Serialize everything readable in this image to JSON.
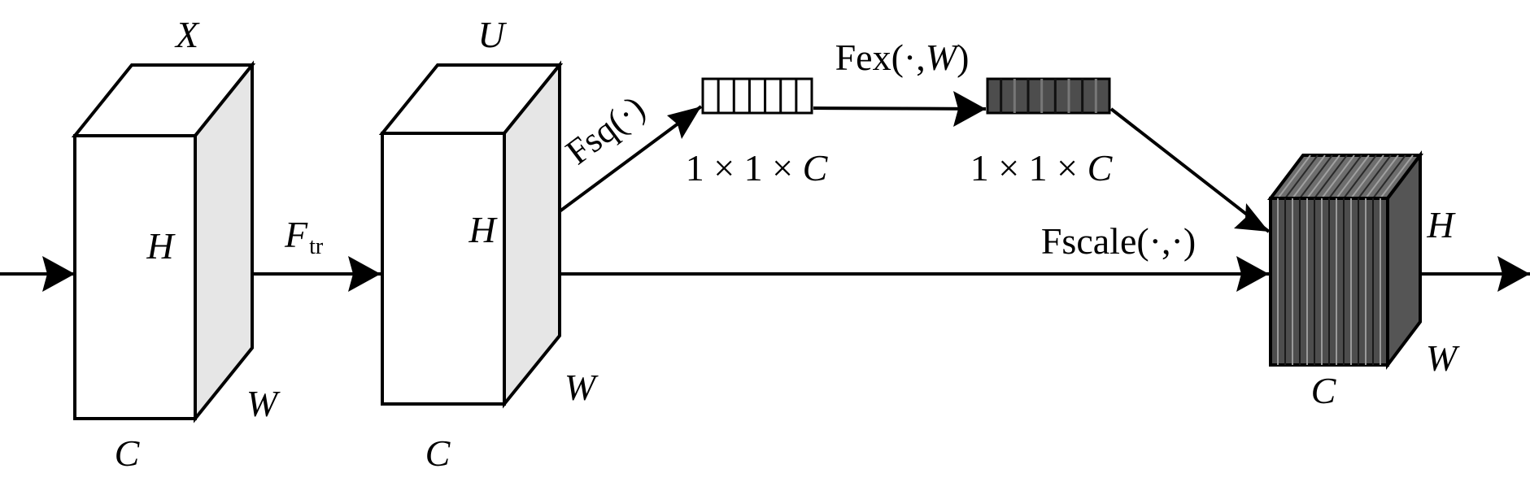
{
  "blocks": {
    "x": {
      "title": "X",
      "h": "H",
      "w": "W",
      "c": "C"
    },
    "u": {
      "title": "U",
      "h": "H",
      "w": "W",
      "c": "C"
    },
    "out": {
      "h": "H",
      "w": "W",
      "c": "C"
    }
  },
  "ops": {
    "ftr": {
      "main": "F",
      "sub": "tr"
    },
    "fsq": "Fsq(·)",
    "fex": {
      "prefix": "Fex(·,",
      "arg": "W",
      "suffix": ")"
    },
    "fscale": "Fscale(·,·)"
  },
  "vectors": {
    "squeeze": {
      "dims": "1 × 1 × ",
      "c": "C"
    },
    "excite": {
      "dims": "1 × 1 × ",
      "c": "C"
    }
  },
  "colors": {
    "line": "#000000",
    "side_face": "#e6e6e6",
    "dark": "#4d4d4d",
    "dark_top": "#6e6e6e",
    "dark_side": "#555555"
  }
}
